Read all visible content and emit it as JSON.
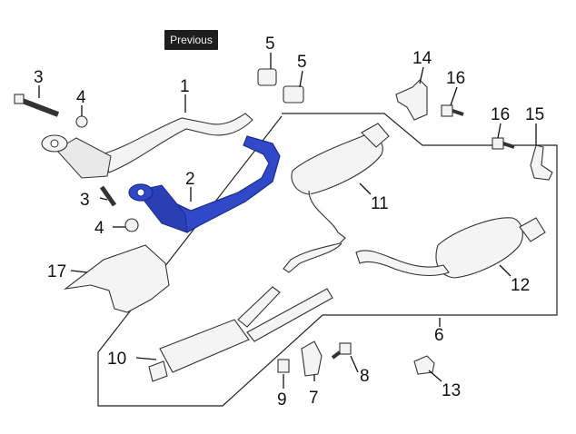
{
  "nav": {
    "previous_label": "Previous"
  },
  "callouts": [
    "1",
    "2",
    "3",
    "3",
    "4",
    "4",
    "5",
    "5",
    "6",
    "7",
    "8",
    "9",
    "10",
    "11",
    "12",
    "13",
    "14",
    "15",
    "16",
    "16",
    "17"
  ],
  "colors": {
    "highlight": "#3049c9",
    "line": "#111111",
    "button_bg": "#1e1e1e"
  }
}
